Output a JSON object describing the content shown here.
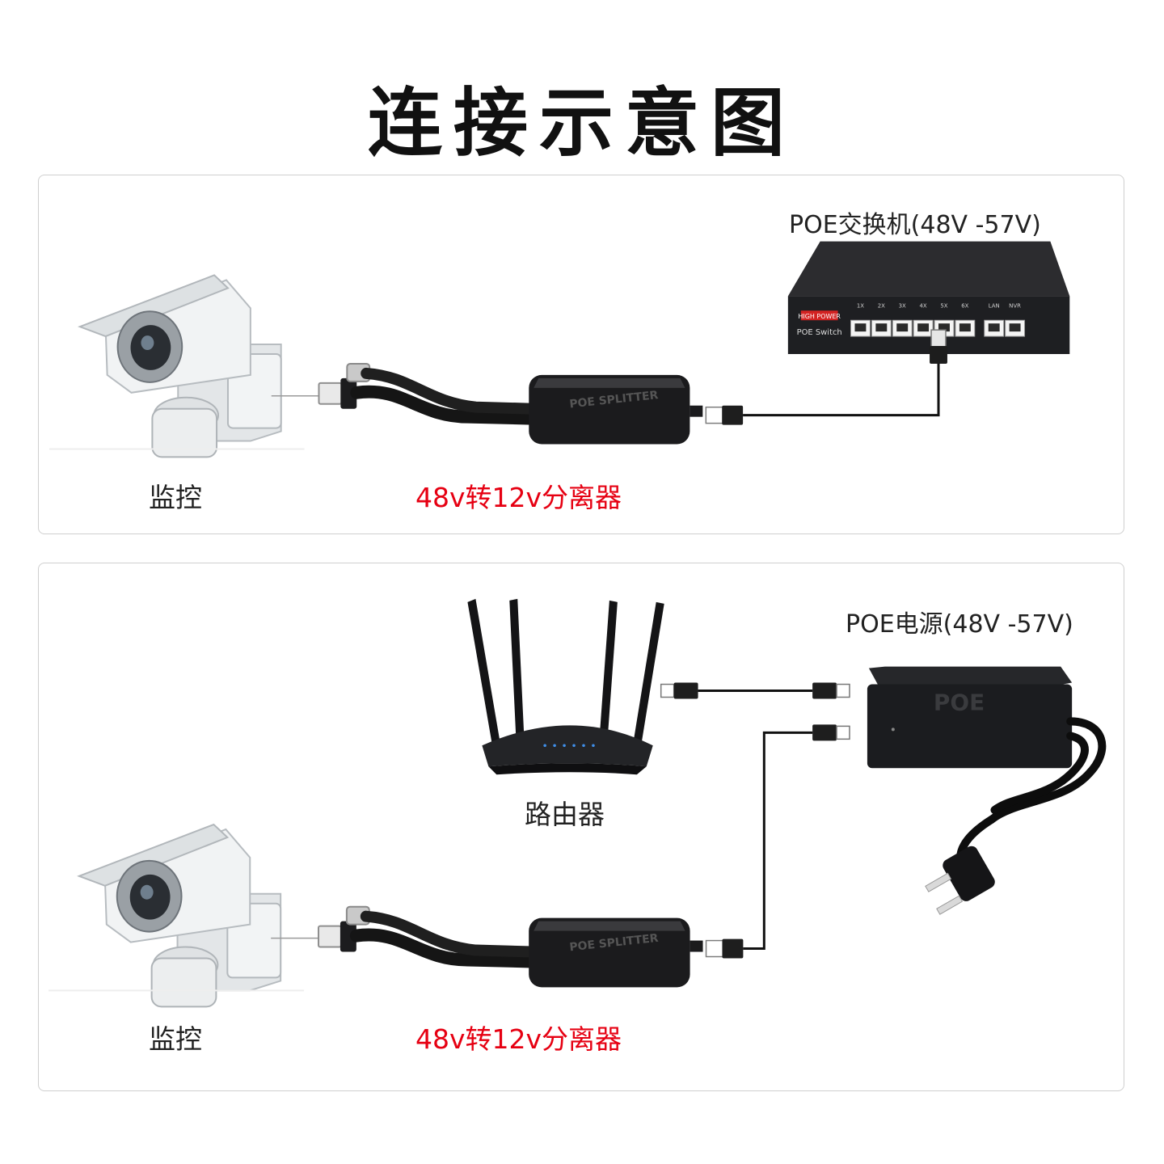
{
  "title": "连接示意图",
  "colors": {
    "accent_red": "#e60012",
    "device_black": "#1b1b1d",
    "camera_white": "#eceeef",
    "frame_border": "#cfcfcf"
  },
  "panel1": {
    "camera_label": "监控",
    "splitter_label": "48v转12v分离器",
    "switch_label": "POE交换机(48V -57V)",
    "switch_front_badge": "HIGH POWER",
    "switch_front_text": "POE Switch",
    "switch_port_labels": [
      "1X",
      "2X",
      "3X",
      "4X",
      "5X",
      "6X",
      "LAN",
      "NVR"
    ],
    "splitter_body_text": "POE SPLITTER"
  },
  "panel2": {
    "camera_label": "监控",
    "splitter_label": "48v转12v分离器",
    "router_label": "路由器",
    "power_label": "POE电源(48V -57V)",
    "power_body_text": "POE",
    "splitter_body_text": "POE SPLITTER"
  }
}
